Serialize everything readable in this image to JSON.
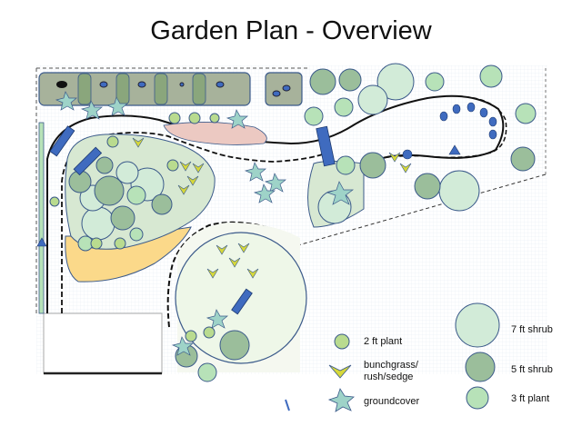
{
  "title": "Garden Plan - Overview",
  "colors": {
    "small_plant": "#b9db8f",
    "three_ft_plant": "#b7e2b8",
    "five_ft_shrub": "#9bbe9b",
    "seven_ft_shrub": "#d2ebd8",
    "bunchgrass": "#d6d83a",
    "groundcover": "#9ed3c8",
    "outline": "#3b5a8a",
    "bed_dark": "#a8b49a",
    "bed_yellow": "#fbd98a",
    "bed_pink": "#ecc9c2",
    "stepping_stone": "#3f6bbf",
    "grid": "#dde6ee"
  },
  "legend": {
    "plant_2ft": "2 ft plant",
    "bunchgrass": "bunchgrass/ rush/sedge",
    "groundcover": "groundcover",
    "shrub_7ft": "7 ft shrub",
    "shrub_5ft": "5 ft shrub",
    "plant_3ft": "3 ft plant"
  }
}
